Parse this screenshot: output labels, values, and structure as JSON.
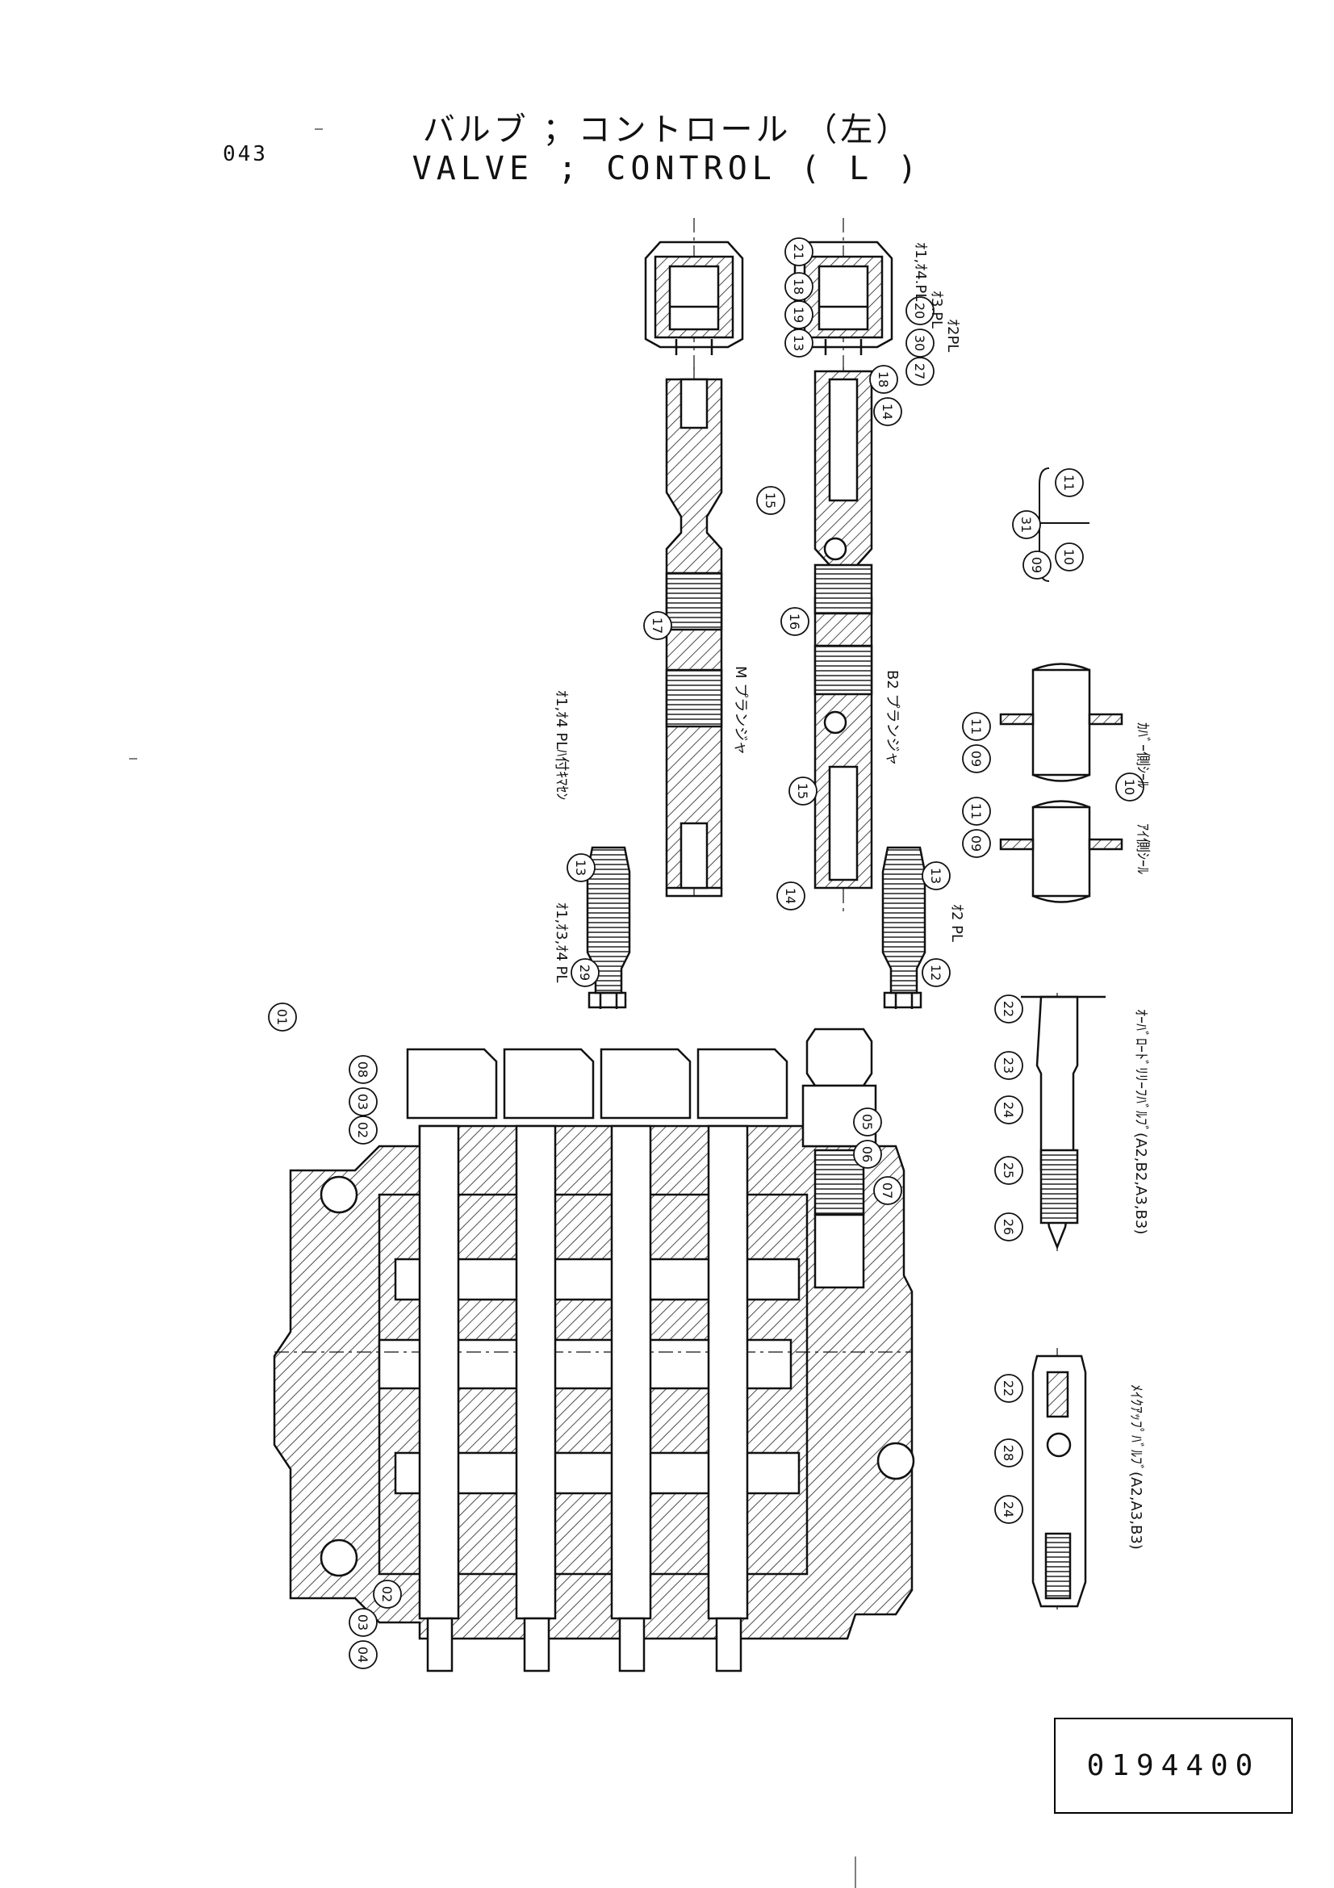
{
  "page_number": "043",
  "title_jp": "バルブ ；コントロール （左）",
  "title_en": "VALVE ; CONTROL ( L )",
  "document_number": "0194400",
  "annotations": {
    "m_plunger": "M プランジャ",
    "b2_plunger": "B2 プランジャ",
    "pl_1_4": "ｵ1,ｵ4.PL",
    "pl_3": "ｵ3.PL",
    "pl_2": "ｵ2PL",
    "pl_2b": "ｵ2 PL",
    "pl_1_4_b": "ｵ1,ｵ4 PL",
    "pl_1_4_collar": "ｵ1,ｵ4 PLﾊ付ｷﾏｾﾝ",
    "pl_1_3_4": "ｵ1,ｵ3,ｵ4 PL",
    "cover_seal": "ｶﾊﾞｰ側ｼｰﾙ",
    "body_seal": "ｱｲ側ｼｰﾙ",
    "overload_relief": "ｵｰﾊﾞﾛｰﾄﾞﾘﾘｰﾌﾊﾞﾙﾌﾞ(A2,B2,A3,B3)",
    "makeup_valve": "ﾒｲｸｱｯﾌﾟﾊﾞﾙﾌﾞ(A2,A3,B3)"
  },
  "callouts": {
    "cap": [
      "21",
      "18",
      "19",
      "13",
      "20",
      "30",
      "27",
      "18",
      "14"
    ],
    "plunger": [
      "15",
      "16",
      "17",
      "15",
      "14",
      "13",
      "12",
      "13",
      "29"
    ],
    "kit": [
      "31",
      "11",
      "10",
      "09"
    ],
    "seal": [
      "09",
      "11",
      "10",
      "09",
      "11"
    ],
    "body": [
      "08",
      "03",
      "02",
      "01",
      "05",
      "06",
      "07",
      "02",
      "03",
      "04"
    ],
    "relief": [
      "22",
      "23",
      "24",
      "25",
      "26"
    ],
    "makeup": [
      "22",
      "28",
      "24"
    ]
  }
}
